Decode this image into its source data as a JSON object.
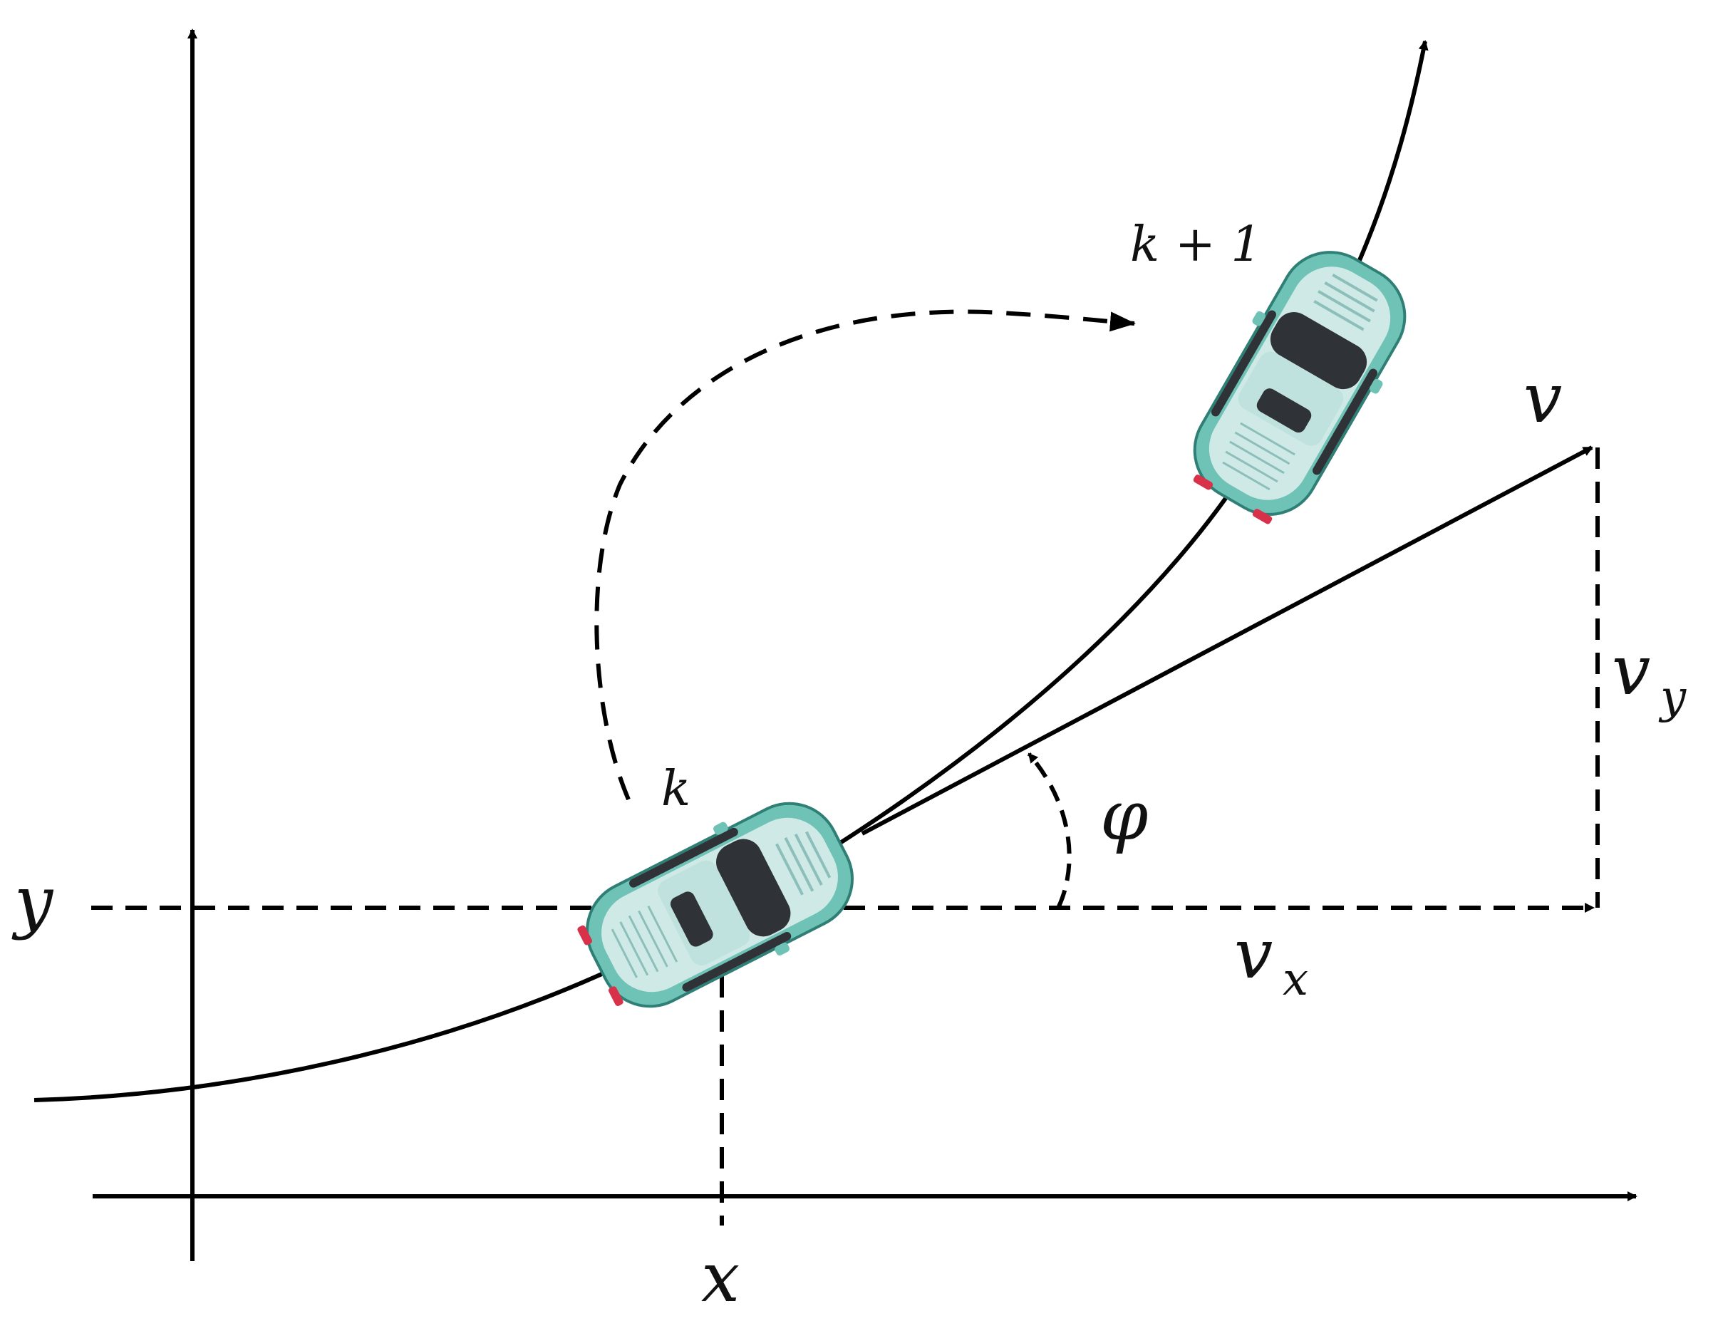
{
  "labels": {
    "x": "x",
    "y": "y",
    "v": "v",
    "v_main": "v",
    "sub_x": "x",
    "sub_y": "y",
    "phi": "φ",
    "k": "k",
    "k_plus_1": "k + 1"
  },
  "icons": {
    "car_at_k": "car-top-view-icon",
    "car_at_k_plus_1": "car-top-view-icon"
  },
  "colors": {
    "stroke": "#000000",
    "car_body": "#6fc3b6",
    "car_roof": "#cfe9e6",
    "car_window": "#2f3236",
    "car_light": "#d8324a"
  }
}
